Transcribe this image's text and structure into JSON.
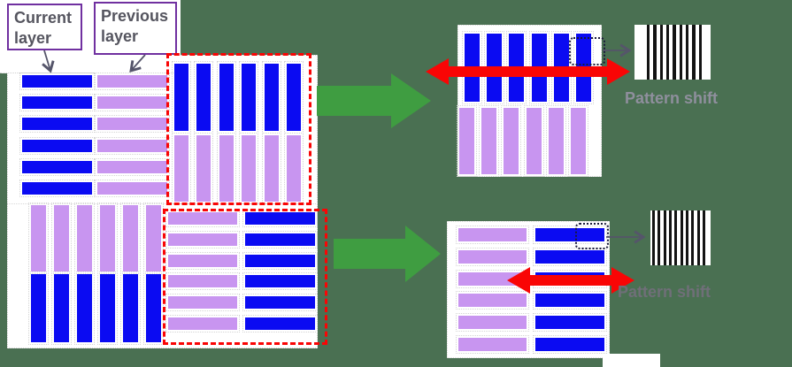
{
  "colors": {
    "background": "#4a7052",
    "panel": "#ffffff",
    "current_layer_blue": "#0b0bf2",
    "previous_layer_purple": "#c895f0",
    "green_arrow": "#3f9d41",
    "red": "#f90505",
    "label_box_border": "#7030a0",
    "label_text": "#55555f",
    "pattern_shift_top_text": "#8f8f9d",
    "pattern_shift_bottom_text": "#6f6f78",
    "connector": "#55556a",
    "zoom_outline": "#1a1a3a",
    "zebra_stripe": "#131313"
  },
  "legend": {
    "current_layer_label": "Current layer",
    "previous_layer_label": "Previous layer"
  },
  "annotations": {
    "pattern_shift_top": "Pattern shift",
    "pattern_shift_bottom": "Pattern shift"
  },
  "groups": {
    "ov_tl_current": {
      "count": 6,
      "orientation": "horizontal",
      "color": "current_layer_blue",
      "name": "current-layer-bar"
    },
    "ov_tl_previous": {
      "count": 6,
      "orientation": "horizontal",
      "color": "previous_layer_purple",
      "name": "previous-layer-bar"
    },
    "ov_tr_current": {
      "count": 6,
      "orientation": "vertical",
      "color": "current_layer_blue",
      "name": "current-layer-bar"
    },
    "ov_tr_previous": {
      "count": 6,
      "orientation": "vertical",
      "color": "previous_layer_purple",
      "name": "previous-layer-bar"
    },
    "ov_bl_previous": {
      "count": 6,
      "orientation": "vertical",
      "color": "previous_layer_purple",
      "name": "previous-layer-bar"
    },
    "ov_bl_current": {
      "count": 6,
      "orientation": "vertical",
      "color": "current_layer_blue",
      "name": "current-layer-bar"
    },
    "ov_br_previous": {
      "count": 6,
      "orientation": "horizontal",
      "color": "previous_layer_purple",
      "name": "previous-layer-bar"
    },
    "ov_br_current": {
      "count": 6,
      "orientation": "horizontal",
      "color": "current_layer_blue",
      "name": "current-layer-bar"
    },
    "dv_top_current": {
      "count": 6,
      "orientation": "vertical",
      "color": "current_layer_blue",
      "name": "current-layer-bar"
    },
    "dv_top_previous": {
      "count": 6,
      "orientation": "vertical",
      "color": "previous_layer_purple",
      "name": "previous-layer-bar"
    },
    "dv_bottom_previous": {
      "count": 6,
      "orientation": "horizontal",
      "color": "previous_layer_purple",
      "name": "previous-layer-bar"
    },
    "dv_bottom_current": {
      "count": 6,
      "orientation": "horizontal",
      "color": "current_layer_blue",
      "name": "current-layer-bar"
    },
    "moire_top": {
      "count": 9,
      "orientation": "vertical",
      "color": "zebra_stripe",
      "name": "moire-stripe"
    },
    "moire_bottom": {
      "count": 10,
      "orientation": "vertical",
      "color": "zebra_stripe",
      "name": "moire-stripe"
    }
  }
}
